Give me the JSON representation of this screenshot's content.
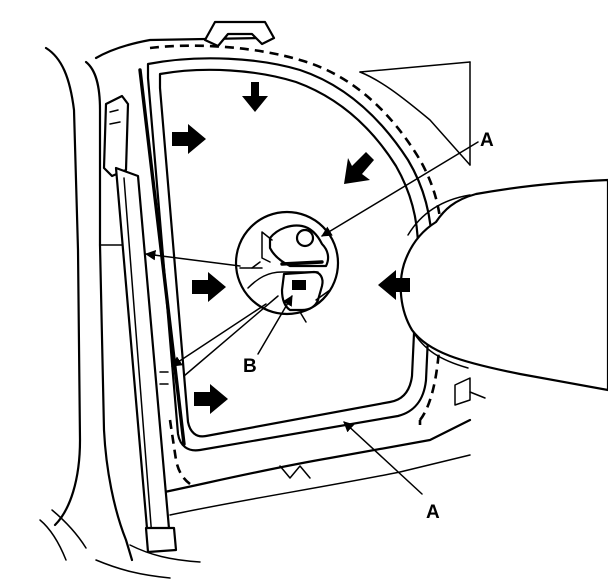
{
  "callouts": {
    "a_top": "A",
    "a_bottom": "A",
    "b": "B"
  },
  "icons": {
    "push_arrow": "push-arrow-icon",
    "leader_arrow": "leader-arrow-icon"
  },
  "colors": {
    "line": "#000000",
    "background": "#ffffff"
  }
}
